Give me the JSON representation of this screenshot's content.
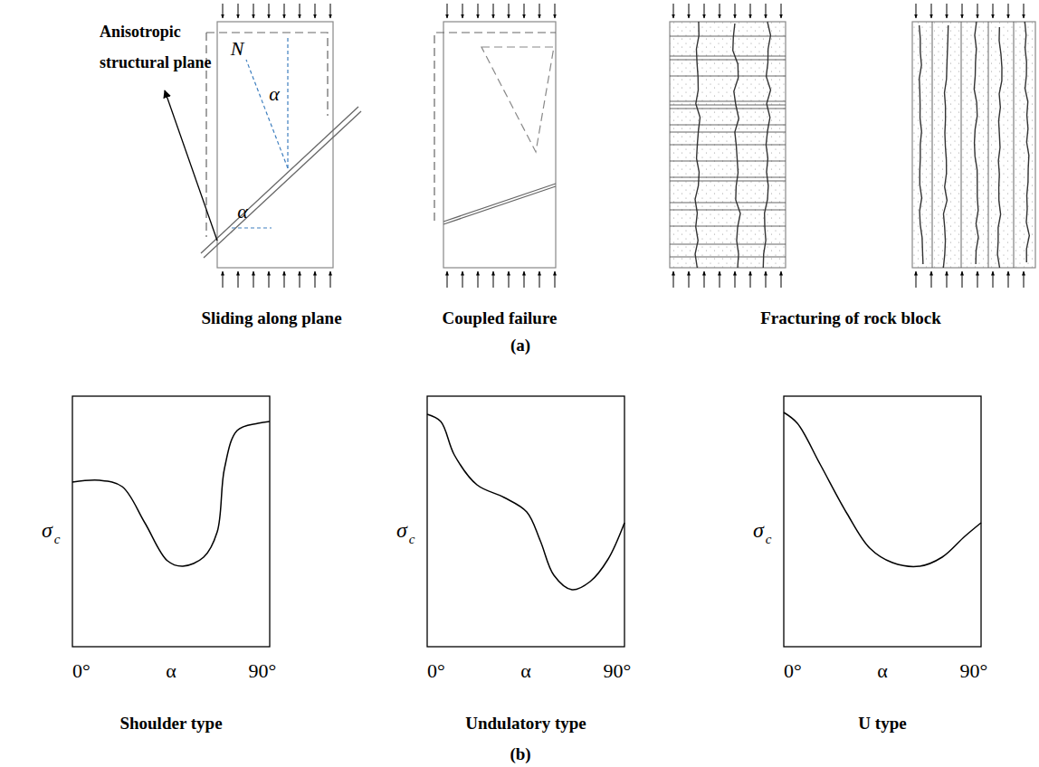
{
  "diagram": {
    "labels": [
      "Anisotropic structural plane",
      "N",
      "α",
      "α",
      "Sliding along plane",
      "Coupled failure",
      "Fracturing of rock block",
      "(a)",
      "σ",
      "c",
      "0°",
      "α",
      "90°",
      "Shoulder type",
      "σ",
      "c",
      "0°",
      "α",
      "90°",
      "Undulatory type",
      "σ",
      "c",
      "0°",
      "α",
      "90°",
      "U type",
      "(b)"
    ]
  }
}
